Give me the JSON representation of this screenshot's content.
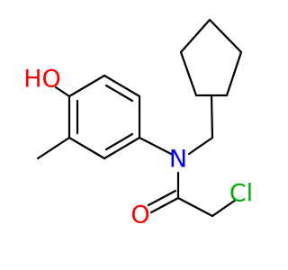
{
  "molecule": {
    "atoms": {
      "hydroxyl": {
        "label": "HO",
        "color": "#ff0000"
      },
      "nitrogen": {
        "label": "N",
        "color": "#0000ff"
      },
      "carbonyl_oxygen": {
        "label": "O",
        "color": "#ff0000"
      },
      "chlorine": {
        "label": "Cl",
        "color": "#00b000"
      }
    },
    "bond_color": "#000000",
    "background": "#ffffff"
  }
}
